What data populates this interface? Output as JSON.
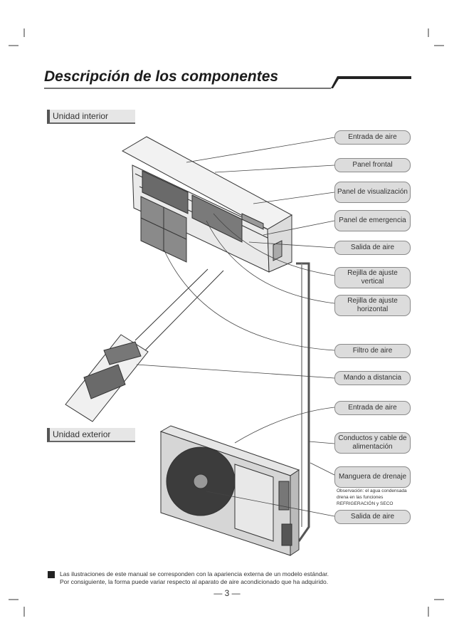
{
  "page": {
    "title": "Descripción de los componentes",
    "section_indoor": "Unidad interior",
    "section_outdoor": "Unidad exterior",
    "labels": {
      "entrada_aire_1": "Entrada de aire",
      "panel_frontal": "Panel frontal",
      "panel_visualizacion": "Panel de visualización",
      "panel_emergencia": "Panel de emergencia",
      "salida_aire_1": "Salida de aire",
      "rejilla_vertical": "Rejilla de ajuste vertical",
      "rejilla_horizontal": "Rejilla de ajuste horizontal",
      "filtro_aire": "Filtro de aire",
      "mando_distancia": "Mando a distancia",
      "entrada_aire_2": "Entrada de aire",
      "conductos_cable": "Conductos y cable de alimentación",
      "manguera_drenaje": "Manguera de drenaje",
      "salida_aire_2": "Salida de aire"
    },
    "observacion": "Observación: el agua condensada drena en las funciones REFRIGERACIÓN y SECO",
    "footnote_line1": "Las ilustraciones de este manual se corresponden con la apariencia externa de un modelo estándar.",
    "footnote_line2": "Por consiguiente, la forma puede variar respecto al aparato de aire acondicionado que ha adquirido.",
    "page_number": "— 3 —"
  }
}
